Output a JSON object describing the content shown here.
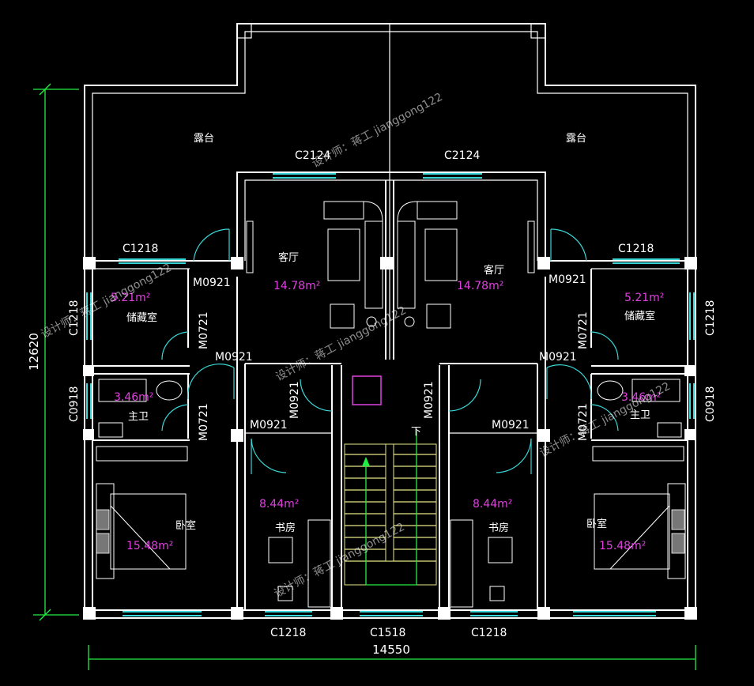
{
  "dimensions": {
    "height_total": "12620",
    "width_total": "14550"
  },
  "windows": {
    "c2124": "C2124",
    "c1218": "C1218",
    "c0918": "C0918",
    "c1518": "C1518"
  },
  "doors": {
    "m0921": "M0921",
    "m0721": "M0721"
  },
  "rooms": {
    "terrace": "露台",
    "living_room": "客厅",
    "living_area": "14.78m²",
    "storage": "储藏室",
    "storage_area": "5.21m²",
    "bathroom": "主卫",
    "bathroom_area": "3.46m²",
    "bedroom": "卧室",
    "bedroom_area": "15.48m²",
    "study": "书房",
    "study_area": "8.44m²",
    "stair_down": "下"
  },
  "watermark": "设计师：蒋工 jianggong122",
  "colors": {
    "wall": "#ffffff",
    "window": "#3ad6d6",
    "dimension": "#22ee44",
    "area": "#e040e0",
    "stair": "#e8e88a",
    "background": "#000000"
  }
}
